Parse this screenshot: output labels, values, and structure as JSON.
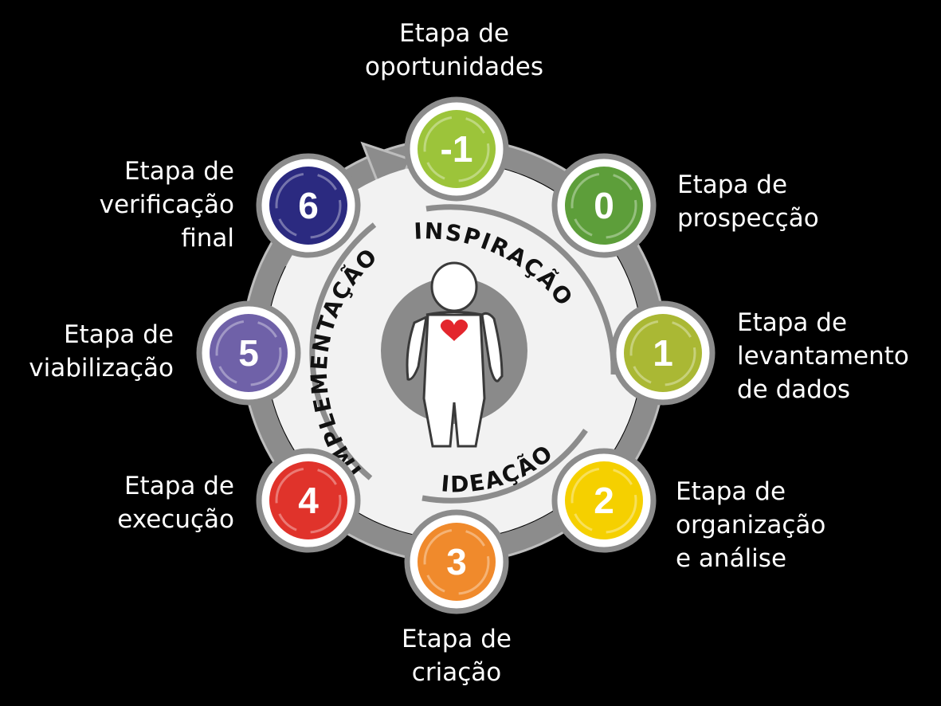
{
  "phases": {
    "inspiration": "INSPIRAÇÃO",
    "ideation": "IDEAÇÃO",
    "implementation": "IMPLEMENTAÇÃO"
  },
  "stages": [
    {
      "number": "-1",
      "color": "#9cc43a",
      "lines": [
        "Etapa de",
        "oportunidades"
      ]
    },
    {
      "number": "0",
      "color": "#5d9e3a",
      "lines": [
        "Etapa de",
        "prospecção"
      ]
    },
    {
      "number": "1",
      "color": "#aab834",
      "lines": [
        "Etapa de",
        "levantamento",
        "de dados"
      ]
    },
    {
      "number": "2",
      "color": "#f5d000",
      "lines": [
        "Etapa de",
        "organização",
        "e análise"
      ]
    },
    {
      "number": "3",
      "color": "#f08a2c",
      "lines": [
        "Etapa de",
        "criação"
      ]
    },
    {
      "number": "4",
      "color": "#e0332b",
      "lines": [
        "Etapa de",
        "execução"
      ]
    },
    {
      "number": "5",
      "color": "#6f61a8",
      "lines": [
        "Etapa de",
        "viabilização"
      ]
    },
    {
      "number": "6",
      "color": "#2b2a80",
      "lines": [
        "Etapa de",
        "verificação",
        "final"
      ]
    }
  ],
  "colors": {
    "background": "#000000",
    "ring": "#8c8c8c",
    "inner_disk": "#f2f2f2",
    "core": "#8a8a8a",
    "heart": "#e3262d"
  },
  "icons": {
    "figure": "person-figure-icon",
    "heart": "heart-icon",
    "arrow": "cycle-arrow-icon"
  }
}
